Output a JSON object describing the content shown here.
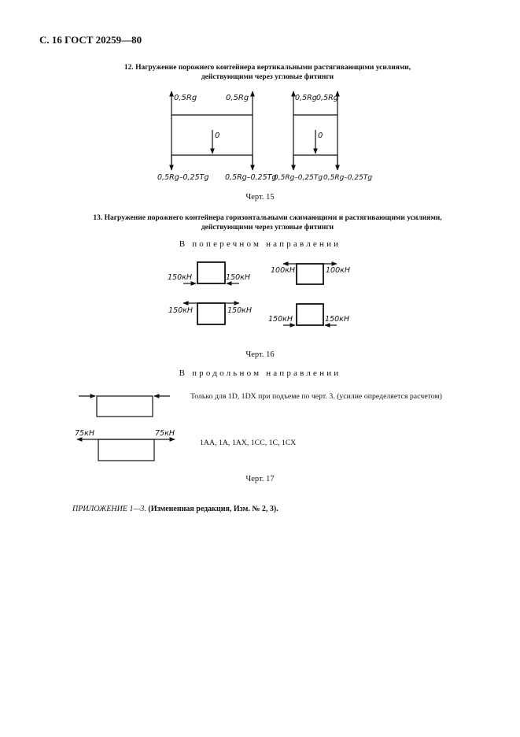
{
  "page": {
    "header": "С. 16 ГОСТ 20259—80"
  },
  "section12": {
    "title_line1": "12. Нагружение порожнего контейнера вертикальными растягивающими усилиями,",
    "title_line2": "действующими через угловые фитинги",
    "fig_left": {
      "top_left": "0,5Rg",
      "top_right": "0,5Rg",
      "center": "0",
      "bottom_left": "0,5Rg–0,25Tg",
      "bottom_right": "0,5Rg–0,25Tg"
    },
    "fig_right": {
      "top_left": "0,5Rg",
      "top_right": "0,5Rg",
      "center": "0",
      "bottom_left": "0,5Rg–0,25Tg",
      "bottom_right": "0,5Rg–0,25Tg"
    },
    "caption": "Черт. 15"
  },
  "section13": {
    "title_line1": "13. Нагружение порожнего контейнера горизонтальными сжимающими и растягивающими усилиями,",
    "title_line2": "действующими через угловые фитинги",
    "transverse": {
      "label": "В поперечном направлении",
      "d1": {
        "left": "150кН",
        "right": "150кН"
      },
      "d2": {
        "left": "100кН",
        "right": "100кН"
      },
      "d3": {
        "left": "150кН",
        "right": "150кН"
      },
      "d4": {
        "left": "150кН",
        "right": "150кН"
      },
      "caption": "Черт. 16"
    },
    "longitudinal": {
      "label": "В продольном направлении",
      "note1": "Только для 1D, 1DX при подъеме по черт. 3. (усилие определяется расчетом)",
      "d2": {
        "left": "75кН",
        "right": "75кН"
      },
      "note2": "1АА, 1А, 1АХ, 1СС, 1С, 1СХ",
      "caption": "Черт. 17"
    }
  },
  "appendix": {
    "italic": "ПРИЛОЖЕНИЕ 1—3.",
    "bold": "(Измененная редакция, Изм. № 2, 3)."
  }
}
